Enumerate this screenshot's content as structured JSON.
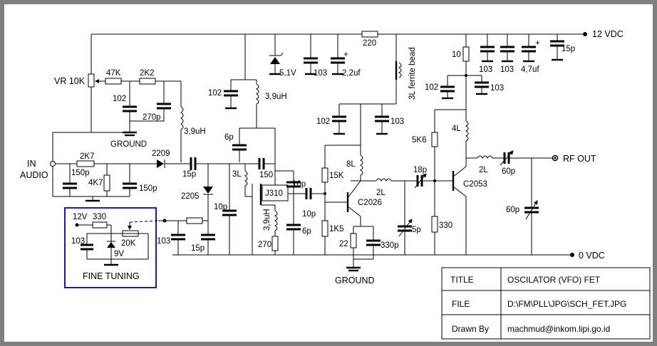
{
  "rails": {
    "supply": "12 VDC",
    "zero": "0 VDC"
  },
  "labels": {
    "vr": "VR 10K",
    "r47k": "47K",
    "r2k2": "2K2",
    "c102a": "102",
    "c270p": "270p",
    "ground1": "GROUND",
    "l39a": "3,9uH",
    "in_audio_1": "IN",
    "in_audio_2": "AUDIO",
    "r2k7": "2K7",
    "c150p_a": "150p",
    "r4k7": "4K7",
    "c150p_b": "150p",
    "d2209": "2209",
    "c15p_a": "15p",
    "d2205": "2205",
    "c10p_a": "10p",
    "c103_a": "103",
    "c15p_b": "15p",
    "c102b": "102",
    "l39b": "3,9uH",
    "c6p_a": "6p",
    "l3l": "3L",
    "c150": "150",
    "zener": "5,1V",
    "c103_b": "103",
    "c22uf": "2,2uf",
    "r220": "220",
    "ferrite": "3L ferrite bead",
    "j310": "J310",
    "c10p_b": "10p",
    "c10p_c": "10p",
    "l39c": "3,9uH",
    "c6p_b": "6p",
    "r270": "270",
    "c102c": "102",
    "c103_c": "103",
    "r15k": "15K",
    "l8l": "8L",
    "l2l_a": "2L",
    "q2026": "C2026",
    "r1k5": "1K5",
    "r22": "22",
    "c330p": "330p",
    "ground2": "GROUND",
    "c18p": "18p",
    "c5p": "5p",
    "r5k6": "5K6",
    "r330": "330",
    "r10": "10",
    "c102d": "102",
    "c103_d": "103",
    "c103_e": "103",
    "c103_f": "103",
    "c47uf": "4,7uf",
    "c15p_c": "15p",
    "l4l": "4L",
    "q2053": "C2053",
    "l2l_b": "2L",
    "c60p_a": "60p",
    "c60p_b": "60p",
    "rf_out": "RF OUT",
    "ft_12v": "12V",
    "ft_330": "330",
    "ft_103": "103",
    "ft_20k": "20K",
    "ft_9v": "9V",
    "ft_title": "FINE TUNING"
  },
  "title_block": {
    "title_key": "TITLE",
    "title_val": "OSCILATOR (VFO) FET",
    "file_key": "FILE",
    "file_val": "D:\\FM\\PLL\\JPG\\SCH_FET.JPG",
    "drawn_key": "Drawn By",
    "drawn_val": "machmud@inkom.lipi.go.id"
  },
  "colors": {
    "fine_tuning_box": "#1a1aa8",
    "background_border": "#7f7f7f"
  }
}
